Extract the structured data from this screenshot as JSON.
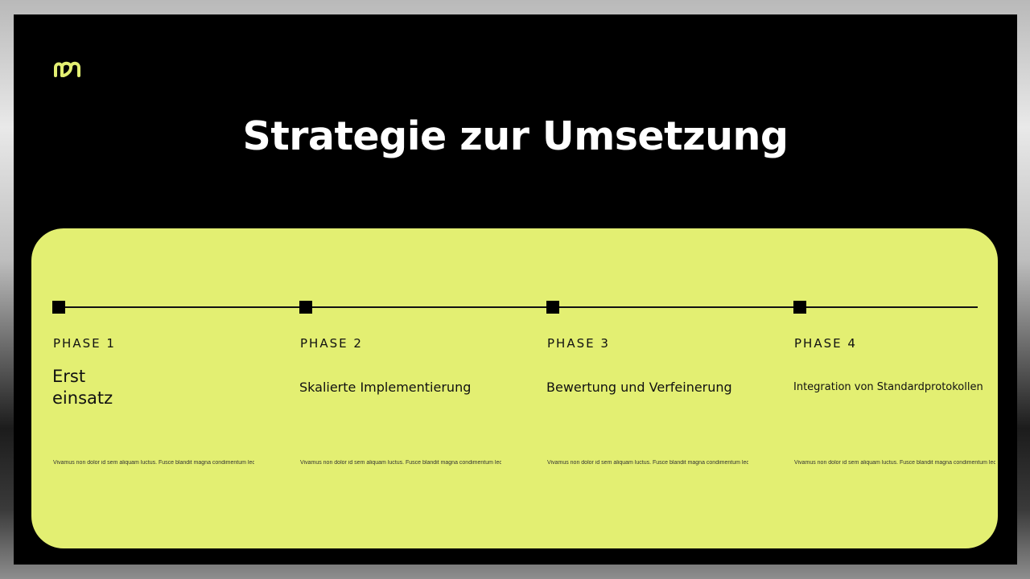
{
  "slide": {
    "title": "Strategie zur Umsetzung",
    "accent_color": "#e3ef72",
    "logo": {
      "icon": "m-logo-icon",
      "color": "#e3ef72"
    }
  },
  "phases": [
    {
      "label": "PHASE 1",
      "name": "Erst einsatz",
      "description": "Vivamus non dolor id sem aliquam luctus. Fusce blandit magna condimentum leo"
    },
    {
      "label": "PHASE 2",
      "name": "Skalierte Implementierung",
      "description": "Vivamus non dolor id sem aliquam luctus. Fusce blandit magna condimentum leo"
    },
    {
      "label": "PHASE 3",
      "name": "Bewertung und Verfeinerung",
      "description": "Vivamus non dolor id sem aliquam luctus. Fusce blandit magna condimentum leo"
    },
    {
      "label": "PHASE 4",
      "name": "Integration von Standardprotokollen",
      "description": "Vivamus non dolor id sem aliquam luctus. Fusce blandit magna condimentum leo"
    }
  ]
}
